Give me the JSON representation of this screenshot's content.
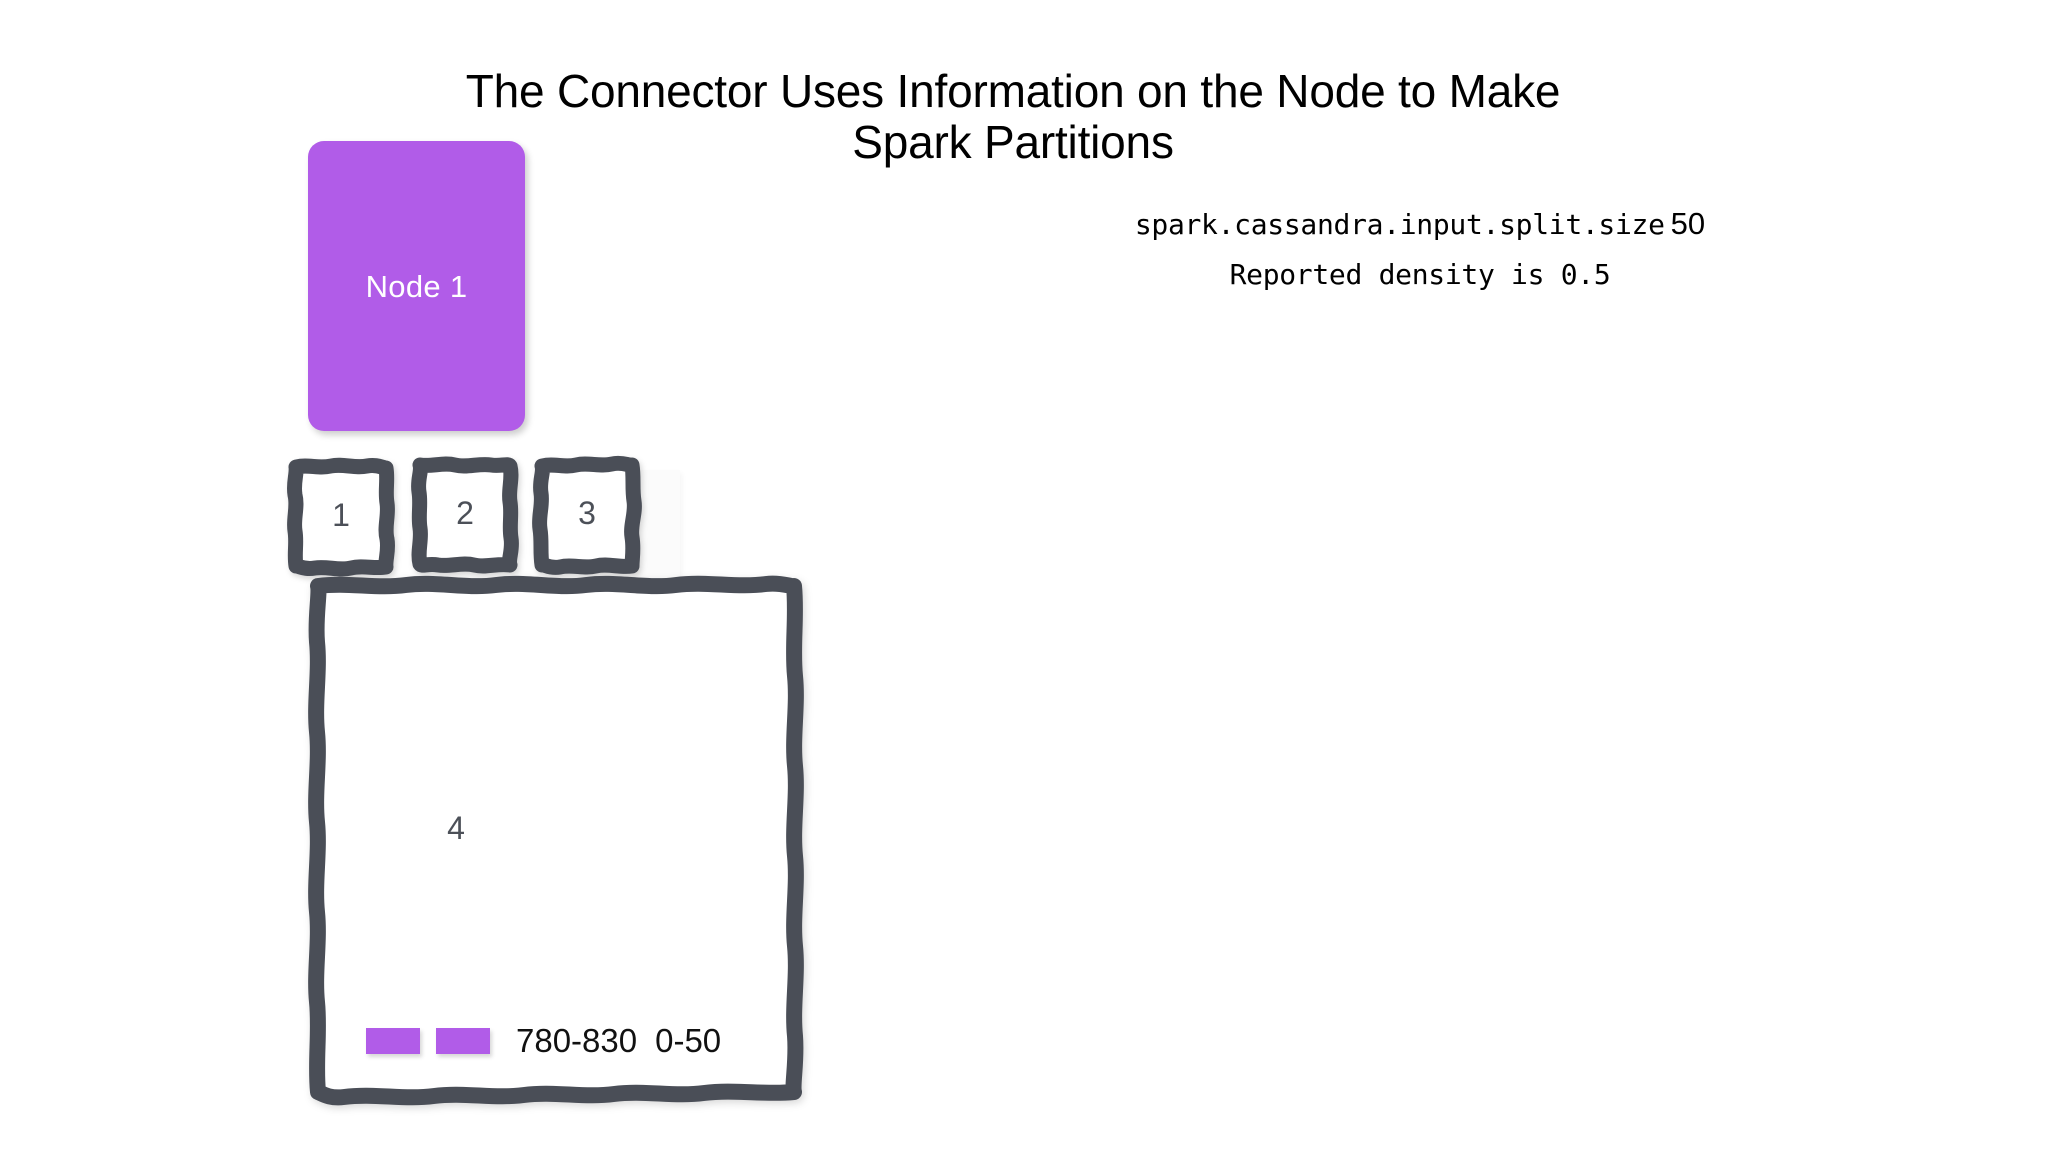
{
  "slide": {
    "title": "The Connector Uses Information on the Node to Make\nSpark Partitions"
  },
  "config": {
    "split_size_key": "spark.cassandra.input.split.size",
    "split_size_value": "50",
    "density_line": "Reported density is 0.5"
  },
  "node": {
    "label": "Node 1",
    "color": "#b15ce8"
  },
  "partitions": [
    {
      "label": "1"
    },
    {
      "label": "2"
    },
    {
      "label": "3"
    }
  ],
  "big_partition": {
    "label": "4"
  },
  "legend": {
    "swatch_color": "#b15ce8",
    "range_1": "780-830",
    "range_2": "0-50"
  },
  "colors": {
    "sketch_stroke": "#4a4e57",
    "accent_purple": "#b15ce8",
    "text_dark": "#4c5058"
  }
}
